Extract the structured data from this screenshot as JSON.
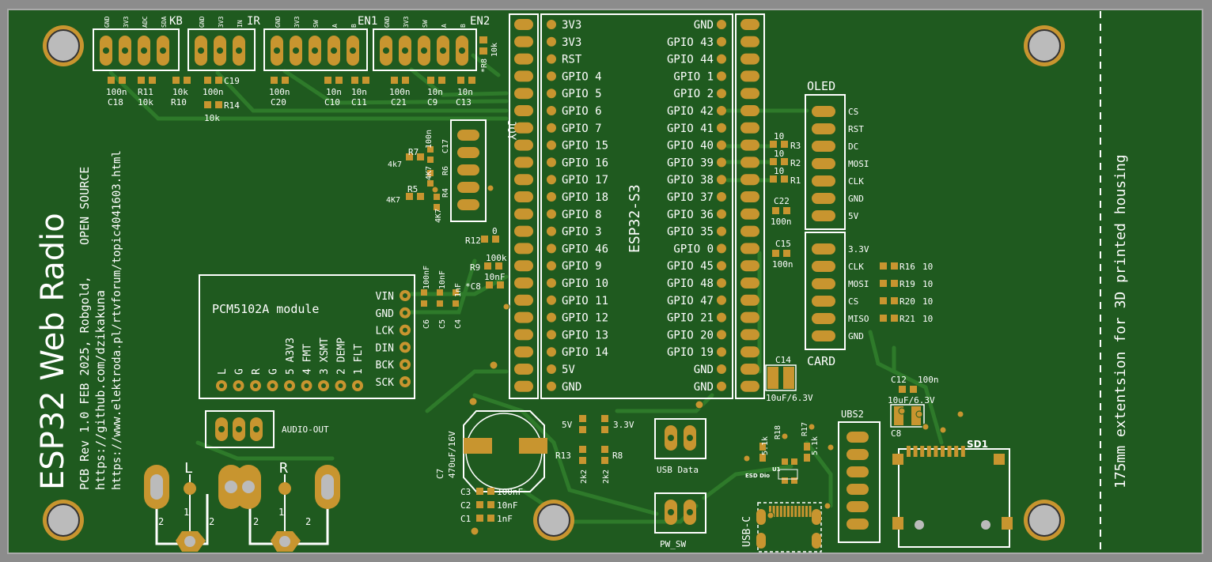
{
  "board": {
    "title": "ESP32 Web Radio",
    "credit_line": "PCB Rev 1.0 FEB 2025, Robgold,",
    "open_source": "OPEN SOURCE",
    "github_url": "https://github.com/dzikakuna",
    "forum_url": "https://www.elektroda.pl/rtvforum/topic4041603.html",
    "extension_note": "175mm extentsion for 3D printed housing",
    "colors": {
      "pcb": "#1f5a1f",
      "copper": "#c8952f",
      "silk": "#ffffff",
      "frame": "#8a8a8a"
    }
  },
  "headers": {
    "kb": {
      "name": "KB",
      "pins": [
        "GND",
        "3V3",
        "ADC",
        "SDA"
      ]
    },
    "ir": {
      "name": "IR",
      "pins": [
        "GND",
        "3V3",
        "IN"
      ]
    },
    "en1": {
      "name": "EN1",
      "pins": [
        "GND",
        "3V3",
        "SW",
        "A",
        "B"
      ]
    },
    "en2": {
      "name": "EN2",
      "pins": [
        "GND",
        "3V3",
        "SW",
        "A",
        "B"
      ]
    }
  },
  "top_passives": {
    "r8": "*R8",
    "r8_val": "10k",
    "c18": "C18",
    "c18_val": "100n",
    "r11": "R11",
    "r11_val": "10k",
    "r10": "R10",
    "r10_val": "10k",
    "c19": "C19",
    "c19_val": "100n",
    "r14": "R14",
    "r14_val": "10k",
    "c20": "C20",
    "c20_val": "100n",
    "c10": "C10",
    "c10_val": "10n",
    "c11": "C11",
    "c11_val": "10n",
    "c21": "C21",
    "c21_val": "100n",
    "c9": "C9",
    "c9_val": "10n",
    "c13": "C13",
    "c13_val": "10n"
  },
  "joy": {
    "name": "JOY",
    "r7": "R7",
    "r7_val": "4k7",
    "r5": "R5",
    "r5_val": "4K7",
    "c17": "C17",
    "c17_val": "100n",
    "k7": "4K7",
    "r6": "R6",
    "r4": "R4",
    "r4_val": "4K7"
  },
  "misc_passives": {
    "r12": "R12",
    "r12_val": "0",
    "r9": "R9",
    "r9_val": "100k",
    "c8": "*C8",
    "c8_val": "10nF"
  },
  "esp32": {
    "name": "ESP32-S3",
    "left_pins": [
      "3V3",
      "3V3",
      "RST",
      "GPIO 4",
      "GPIO 5",
      "GPIO 6",
      "GPIO 7",
      "GPIO 15",
      "GPIO 16",
      "GPIO 17",
      "GPIO 18",
      "GPIO 8",
      "GPIO 3",
      "GPIO 46",
      "GPIO 9",
      "GPIO 10",
      "GPIO 11",
      "GPIO 12",
      "GPIO 13",
      "GPIO 14",
      "5V",
      "GND"
    ],
    "right_pins": [
      "GND",
      "GPIO 43",
      "GPIO 44",
      "GPIO 1",
      "GPIO 2",
      "GPIO 42",
      "GPIO 41",
      "GPIO 40",
      "GPIO 39",
      "GPIO 38",
      "GPIO 37",
      "GPIO 36",
      "GPIO 35",
      "GPIO 0",
      "GPIO 45",
      "GPIO 48",
      "GPIO 47",
      "GPIO 21",
      "GPIO 20",
      "GPIO 19",
      "GND",
      "GND"
    ]
  },
  "oled": {
    "name": "OLED",
    "pins": [
      "CS",
      "RST",
      "DC",
      "MOSI",
      "CLK",
      "GND",
      "5V"
    ],
    "r3": "R3",
    "r2": "R2",
    "r1": "R1",
    "r_val": "10",
    "c22": "C22",
    "c22_val": "100n",
    "c15": "C15",
    "c15_val": "100n"
  },
  "card": {
    "name": "CARD",
    "pins": [
      "3.3V",
      "CLK",
      "MOSI",
      "CS",
      "MISO",
      "GND"
    ],
    "resistors": [
      {
        "ref": "R16",
        "val": "10"
      },
      {
        "ref": "R19",
        "val": "10"
      },
      {
        "ref": "R20",
        "val": "10"
      },
      {
        "ref": "R21",
        "val": "10"
      }
    ],
    "c14": "C14",
    "c14_val": "10uF/6.3V"
  },
  "pcm": {
    "name": "PCM5102A module",
    "right_pins": [
      "VIN",
      "GND",
      "LCK",
      "DIN",
      "BCK",
      "SCK"
    ],
    "bottom_labels": [
      "L",
      "G",
      "R",
      "G",
      "5 A3V3",
      "4 FMT",
      "3 XSMT",
      "2 DEMP",
      "1 FLT"
    ],
    "c6": "C6",
    "c6_val": "100nF",
    "c5": "C5",
    "c5_val": "10nF",
    "c4": "C4",
    "c4_val": "1nF"
  },
  "audio": {
    "out_label": "AUDIO-OUT",
    "left": "L",
    "right": "R",
    "pin1": "1",
    "pin2": "2"
  },
  "power": {
    "c7": "C7",
    "c7_val": "470uF/16V",
    "c3": "C3",
    "c3_val": "100nF",
    "c2": "C2",
    "c2_val": "10nF",
    "c1": "C1",
    "c1_val": "1nF",
    "r13": "R13",
    "r8b": "R8",
    "val_2k2": "2k2",
    "sel_5v": "5V",
    "sel_33v": "3.3V"
  },
  "usb": {
    "data_label": "USB Data",
    "pw_sw": "PW_SW",
    "usbc": "USB-C",
    "r18": "R18",
    "r17": "R17",
    "r_5k1": "5.1k",
    "esd": "ESD Dio",
    "u1": "U1",
    "ubs2": "UBS2"
  },
  "sd": {
    "name": "SD1",
    "c12": "C12",
    "c12_val": "100n",
    "c8": "C8",
    "c8_val": "10uF/6.3V"
  }
}
